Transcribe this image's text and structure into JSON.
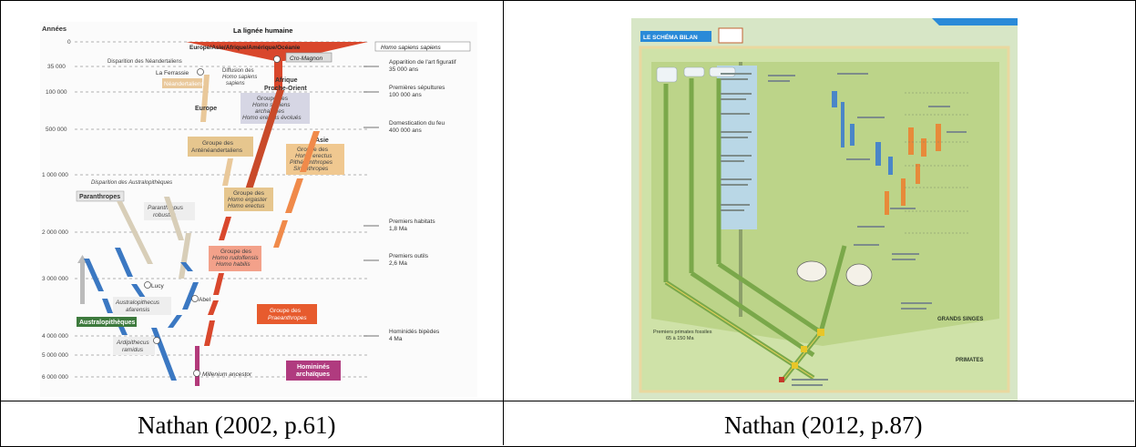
{
  "left_figure": {
    "header_years": "Années",
    "title": "La lignée humaine",
    "years": [
      "0",
      "35 000",
      "100 000",
      "500 000",
      "1 000 000",
      "2 000 000",
      "3 000 000",
      "4 000 000",
      "5 000 000",
      "6 000 000"
    ],
    "region_top": "Europe/Asie/Afrique/Amérique/Océanie",
    "homo_sapiens_sapiens": "Homo sapiens sapiens",
    "cro_magnon": "Cro-Magnon",
    "disparition_neandertaliens": "Disparition des Néandertaliens",
    "la_ferrassie": "La Ferrassie",
    "diffusion": [
      "Diffusion des",
      "Homo sapiens",
      "sapiens"
    ],
    "neandertaliens": "Néandertaliens",
    "afrique": "Afrique",
    "proche_orient": "Proche-Orient",
    "europe": "Europe",
    "groupe_archaiques": [
      "Groupe des",
      "Homo sapiens",
      "archaïques",
      "Homo erectus évolués"
    ],
    "groupe_anteneandertaliens": [
      "Groupe des",
      "Anténéandertaliens"
    ],
    "asie": "Asie",
    "groupe_erectus": [
      "Groupe des",
      "Homo erectus",
      "Pithécanthropes",
      "Sinanthropes"
    ],
    "disparition_australopitheques": "Disparition des Australopithèques",
    "paranthropes": "Paranthropes",
    "paranthropus": [
      "Paranthropus",
      "robustus"
    ],
    "groupe_ergaster": [
      "Groupe des",
      "Homo ergaster",
      "Homo erectus"
    ],
    "groupe_rudolfensis": [
      "Groupe des",
      "Homo rudolfensis",
      "Homo habilis"
    ],
    "lucy": "Lucy",
    "abel": "Abel",
    "australopithecus": [
      "Australopithecus",
      "afarensis"
    ],
    "groupe_praeanthropes": [
      "Groupe des",
      "Praeanthropes"
    ],
    "australopitheques": "Australopithèques",
    "ardipithecus": [
      "Ardipithecus",
      "ramidus"
    ],
    "millenium": "Millenium ancestor",
    "hominines": [
      "Homininés",
      "archaïques"
    ],
    "events": [
      [
        "Apparition de l'art figuratif",
        "35 000 ans"
      ],
      [
        "Premières sépultures",
        "100 000 ans"
      ],
      [
        "Domestication du feu",
        "400 000 ans"
      ],
      [
        "Premiers habitats",
        "1,8 Ma"
      ],
      [
        "Premiers outils",
        "2,6 Ma"
      ],
      [
        "Hominidés bipèdes",
        "4 Ma"
      ]
    ]
  },
  "right_figure": {
    "banner": "LE SCHÉMA BILAN",
    "grands_singes": "GRANDS SINGES",
    "primates": "PRIMATES",
    "premiers_fossiles": [
      "Premiers primates fossiles",
      "65 à 150 Ma"
    ]
  },
  "captions": {
    "left": "Nathan (2002, p.61)",
    "right": "Nathan (2012, p.87)"
  }
}
